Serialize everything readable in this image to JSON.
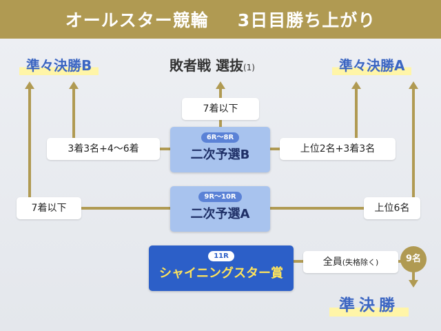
{
  "header": {
    "title": "オールスター競輪",
    "subtitle": "3日目勝ち上がり"
  },
  "outcomes": {
    "semi_b": "準々決勝B",
    "loser_selection": "敗者戦 選抜",
    "loser_selection_num": "(1)",
    "semi_a": "準々決勝A",
    "final_semi": "準決勝"
  },
  "races": {
    "yosen_b": {
      "race": "6R～8R",
      "name": "二次予選B"
    },
    "yosen_a": {
      "race": "9R～10R",
      "name": "二次予選A"
    },
    "shining": {
      "race": "11R",
      "name": "シャイニングスター賞"
    }
  },
  "conditions": {
    "b_down": "7着以下",
    "b_left": "3着3名+4～6着",
    "b_right": "上位2名+3着3名",
    "a_left": "7着以下",
    "a_right": "上位6名",
    "shining_all": "全員",
    "shining_note": "(失格除く)",
    "shining_count": "9名"
  },
  "colors": {
    "gold": "#b09a52",
    "blue_title": "#3c66c2",
    "box_light": "#a8c3ee",
    "box_dark": "#2c5fc8",
    "highlight": "#fff5a8"
  }
}
